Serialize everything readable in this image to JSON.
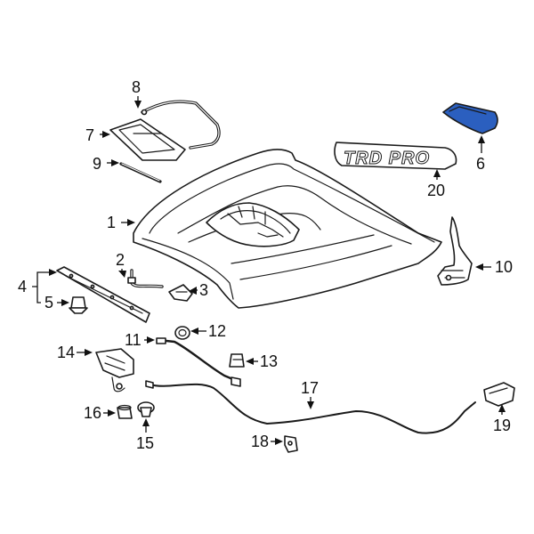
{
  "diagram": {
    "highlight_color": "#2b5fbf",
    "outline_color": "#1a1a1a",
    "callouts": [
      {
        "id": "1",
        "label": "1"
      },
      {
        "id": "2",
        "label": "2"
      },
      {
        "id": "3",
        "label": "3"
      },
      {
        "id": "4",
        "label": "4"
      },
      {
        "id": "5",
        "label": "5"
      },
      {
        "id": "6",
        "label": "6"
      },
      {
        "id": "7",
        "label": "7"
      },
      {
        "id": "8",
        "label": "8"
      },
      {
        "id": "9",
        "label": "9"
      },
      {
        "id": "10",
        "label": "10"
      },
      {
        "id": "11",
        "label": "11"
      },
      {
        "id": "12",
        "label": "12"
      },
      {
        "id": "13",
        "label": "13"
      },
      {
        "id": "14",
        "label": "14"
      },
      {
        "id": "15",
        "label": "15"
      },
      {
        "id": "16",
        "label": "16"
      },
      {
        "id": "17",
        "label": "17"
      },
      {
        "id": "18",
        "label": "18"
      },
      {
        "id": "19",
        "label": "19"
      },
      {
        "id": "20",
        "label": "20"
      }
    ],
    "emblem_text": "TRD PRO"
  }
}
